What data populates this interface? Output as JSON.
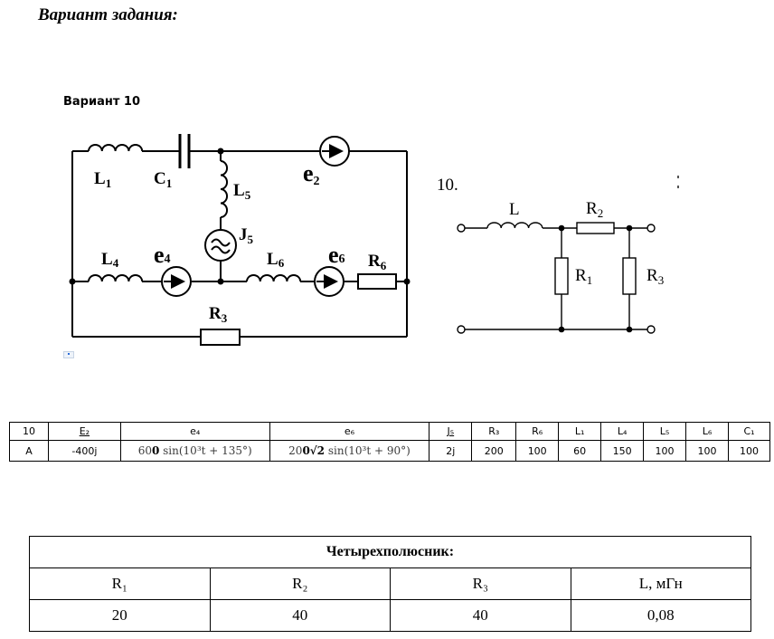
{
  "document": {
    "title": "Вариант задания:",
    "variant_label": "Вариант 10"
  },
  "circuit": {
    "labels": {
      "L1": "L",
      "L1_sub": "1",
      "C1": "C",
      "C1_sub": "1",
      "L5": "L",
      "L5_sub": "5",
      "J5": "J",
      "J5_sub": "5",
      "e2": "e",
      "e2_sub": "2",
      "L4": "L",
      "L4_sub": "4",
      "e4": "e",
      "e4_sub": "4",
      "L6": "L",
      "L6_sub": "6",
      "e6": "e",
      "e6_sub": "6",
      "R6": "R",
      "R6_sub": "6",
      "R3": "R",
      "R3_sub": "3"
    }
  },
  "quadripole_diagram": {
    "number": "10.",
    "labels": {
      "L": "L",
      "R2": "R",
      "R2_sub": "2",
      "R1": "R",
      "R1_sub": "1",
      "R3": "R",
      "R3_sub": "3"
    }
  },
  "params_table": {
    "headers": [
      "10",
      "E₂",
      "e₄",
      "e₆",
      "J₅",
      "R₃",
      "R₆",
      "L₁",
      "L₄",
      "L₅",
      "L₆",
      "C₁"
    ],
    "row": {
      "variant": "A",
      "E2": "-400j",
      "e4": {
        "amp": "60",
        "amp_bold": "0",
        "sin": " sin(10³t + 135°)"
      },
      "e6": {
        "amp": "20",
        "amp_bold": "0√2",
        "sin": " sin(10³t + 90°)"
      },
      "J5": "2j",
      "R3": "200",
      "R6": "100",
      "L1": "60",
      "L4": "150",
      "L5": "100",
      "L6": "100",
      "C1": "100"
    }
  },
  "quadripole_table": {
    "title": "Четырехполюсник:",
    "headers": [
      "R₁",
      "R₂",
      "R₃",
      "L, мГн"
    ],
    "values": [
      "20",
      "40",
      "40",
      "0,08"
    ]
  }
}
